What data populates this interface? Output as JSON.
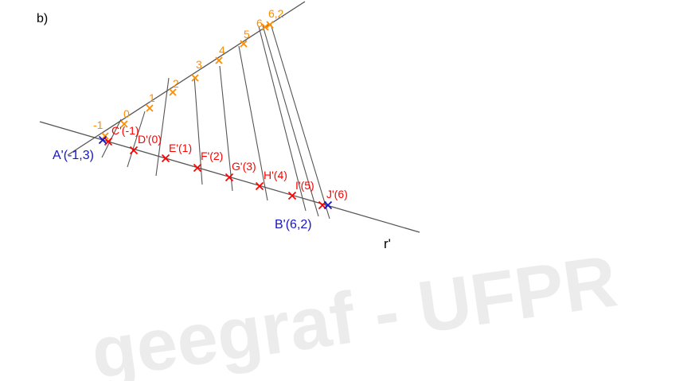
{
  "figure_label": "b)",
  "watermark": "geegraf - UFPR",
  "line_r_label": "r'",
  "points_blue": {
    "A": "A'(-1,3)",
    "B": "B'(6,2)"
  },
  "points_red": [
    {
      "id": "C",
      "label": "C'(-1)"
    },
    {
      "id": "D",
      "label": "D'(0)"
    },
    {
      "id": "E",
      "label": "E'(1)"
    },
    {
      "id": "F",
      "label": "F'(2)"
    },
    {
      "id": "G",
      "label": "G'(3)"
    },
    {
      "id": "H",
      "label": "H'(4)"
    },
    {
      "id": "I",
      "label": "I'(5)"
    },
    {
      "id": "J",
      "label": "J'(6)"
    }
  ],
  "scale_ticks": [
    {
      "id": "t-1",
      "label": "-1"
    },
    {
      "id": "t0",
      "label": "0"
    },
    {
      "id": "t1",
      "label": "1"
    },
    {
      "id": "t2",
      "label": "2"
    },
    {
      "id": "t3",
      "label": "3"
    },
    {
      "id": "t4",
      "label": "4"
    },
    {
      "id": "t5",
      "label": "5"
    },
    {
      "id": "t6",
      "label": "6"
    },
    {
      "id": "t6b",
      "label": "6,2"
    }
  ],
  "colors": {
    "line": "#555555",
    "orange": "#ff8c00",
    "red": "#ff0000",
    "blue": "#1515cc",
    "watermark": "#ececec",
    "text": "#000000"
  }
}
